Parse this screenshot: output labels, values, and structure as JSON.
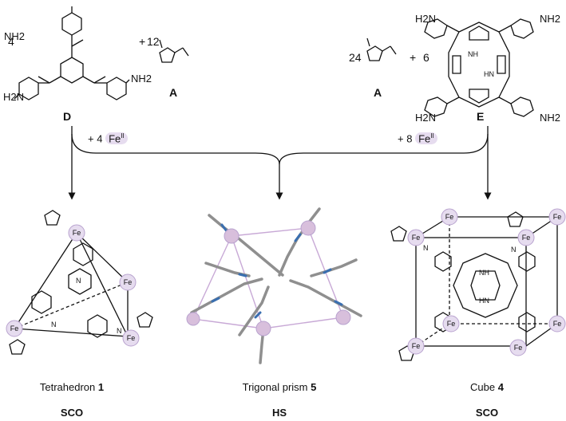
{
  "top_left": {
    "coef_d": "4",
    "plus": "+",
    "coef_a": "12",
    "label_d": "D",
    "label_a": "A",
    "amine_groups": [
      "NH2",
      "H2N",
      "NH2"
    ]
  },
  "top_right": {
    "coef_a": "24",
    "plus": "+",
    "coef_e": "6",
    "label_a": "A",
    "label_e": "E",
    "amine_groups": [
      "H2N",
      "NH2",
      "H2N",
      "NH2"
    ],
    "nh_labels": [
      "NH",
      "HN"
    ]
  },
  "reagents": {
    "left_prefix": "+ 4",
    "right_prefix": "+ 8",
    "metal": "Fe",
    "oxidation": "II"
  },
  "products": [
    {
      "name": "Tetrahedron",
      "number": "1",
      "spin": "SCO"
    },
    {
      "name": "Trigonal prism",
      "number": "5",
      "spin": "HS"
    },
    {
      "name": "Cube",
      "number": "4",
      "spin": "SCO"
    }
  ],
  "atom_labels": {
    "iron": "Fe",
    "nitrogen": "N",
    "nh": "NH",
    "hn": "HN"
  },
  "colors": {
    "fe_fill": "#e6dcef",
    "fe_stroke": "#b9a3cf",
    "bond": "#111111",
    "carbon": "#8f8f8f",
    "nitrogen": "#3a6fb0",
    "hydrogen": "#dedede",
    "iron_sphere": "#d8bfdc"
  }
}
